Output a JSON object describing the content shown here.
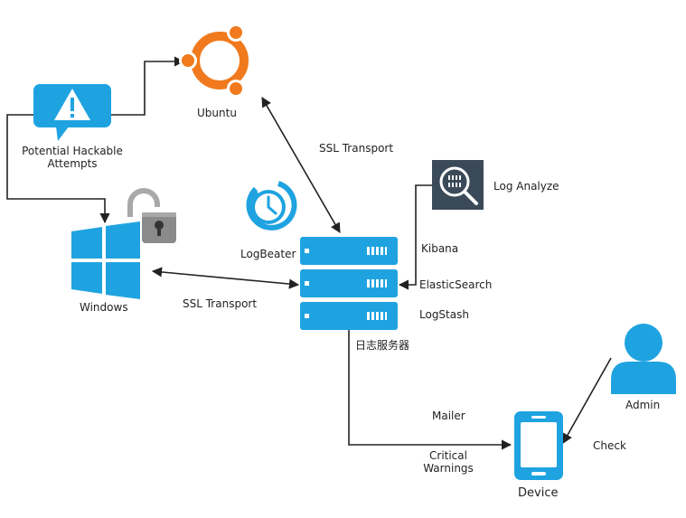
{
  "labels": {
    "ubuntu": "Ubuntu",
    "hack_line1": "Potential Hackable",
    "hack_line2": "Attempts",
    "windows": "Windows",
    "ssl_top": "SSL Transport",
    "ssl_left": "SSL Transport",
    "logbeater": "LogBeater",
    "log_analyze": "Log Analyze",
    "kibana": "Kibana",
    "elasticsearch": "ElasticSearch",
    "logstash": "LogStash",
    "log_server": "日志服务器",
    "mailer": "Mailer",
    "warn_line1": "Critical",
    "warn_line2": "Warnings",
    "device": "Device",
    "admin": "Admin",
    "check": "Check"
  },
  "colors": {
    "primary": "#1fa3e0",
    "ubuntu": "#f07a1d",
    "analyze_bg": "#3b4a58",
    "lock": "#8a8a8a",
    "line": "#222222"
  },
  "icons": {
    "ubuntu": "ubuntu-logo-icon",
    "warning": "warning-bubble-icon",
    "windows": "windows-logo-icon",
    "lock": "open-padlock-icon",
    "clock": "clock-refresh-icon",
    "server": "server-rack-icon",
    "analyze": "magnifier-binary-icon",
    "phone": "smartphone-icon",
    "user": "user-person-icon"
  }
}
